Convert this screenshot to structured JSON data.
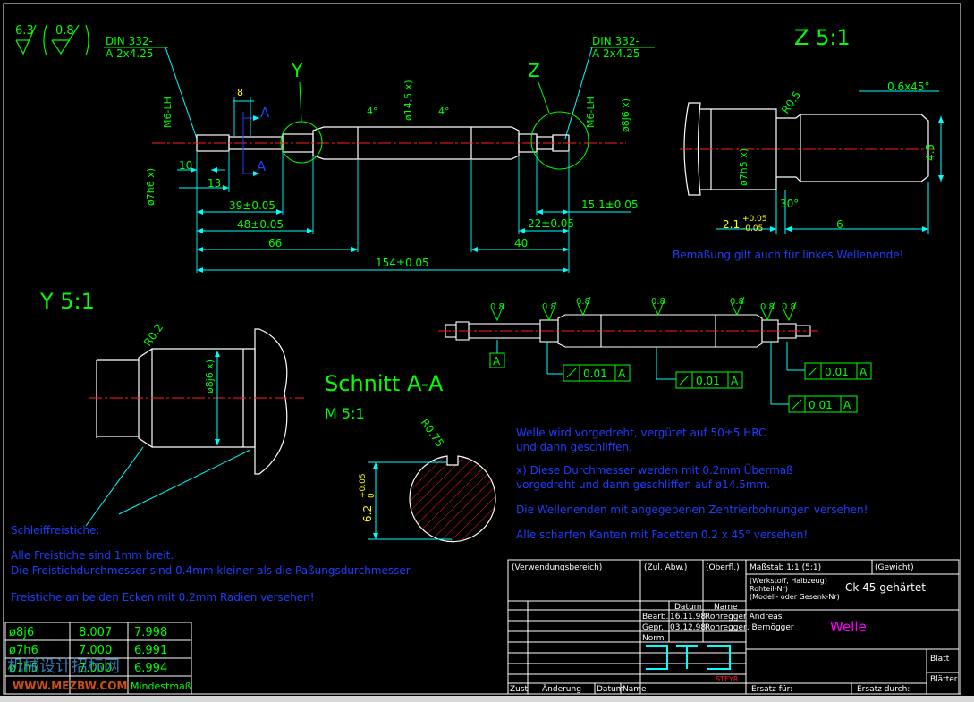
{
  "colors": {
    "background": "#000000",
    "geometry": "#ffffff",
    "dimension": "#00ffff",
    "annotation": "#00ff00",
    "note": "#1f3fff",
    "center": "#ff2020",
    "accent": "#ff00ff",
    "yellow": "#ffff00"
  },
  "surface": {
    "rz1": "6.3",
    "rz2": "0.8"
  },
  "din_left": {
    "l1": "DIN 332-",
    "l2": "A 2x4.25"
  },
  "din_right": {
    "l1": "DIN 332-",
    "l2": "A 2x4.25"
  },
  "main": {
    "detail_y": "Y",
    "detail_z": "Z",
    "section": "A",
    "d_m6_left": "M6-LH",
    "d_m6_right": "M6-LH",
    "d_7h6": "ø7h6 x)",
    "d_14_5": "ø14,5 x)",
    "d_8j6": "ø8j6 x)",
    "dim_8": "8",
    "dim_10": "10",
    "dim_13": "13",
    "dim_39": "39±0.05",
    "dim_48": "48±0.05",
    "dim_66": "66",
    "dim_154": "154±0.05",
    "dim_22": "22±0.05",
    "dim_15_1": "15.1±0.05",
    "dim_40": "40",
    "ang": "4°"
  },
  "detail_z": {
    "title": "Z 5:1",
    "r05": "R0.5",
    "chamfer": "0.6x45°",
    "d_7h5": "ø7h5 x)",
    "d_4_5": "4.5",
    "dim_2_1": "2.1",
    "tol": "+0.05",
    "tol2": "-0.05",
    "ang_30": "30°",
    "dim_6": "6"
  },
  "note_left_end": "Bemaßung gilt auch für linkes Wellenende!",
  "detail_y": {
    "title": "Y 5:1",
    "r02": "R0.2",
    "d_8j6": "ø8j6 x)"
  },
  "section": {
    "title": "Schnitt A-A",
    "scale": "M 5:1",
    "r075": "R0.75",
    "dim_6_2": "6.2",
    "tol": "+0.05",
    "tol2": "0"
  },
  "runout": {
    "ra": "0.8",
    "datum": "A",
    "tol1": "0.01",
    "tol2": "0.01",
    "tol3": "0.01",
    "tol4": "0.01"
  },
  "notes": [
    "Welle wird vorgedreht, vergütet auf 50±5 HRC",
    "und dann geschliffen.",
    "x) Diese Durchmesser werden mit 0.2mm Übermaß",
    "vorgedreht und dann geschliffen auf ø14.5mm.",
    "Die Wellenenden mit angegebenen Zentrierbohrungen versehen!",
    "Alle scharfen Kanten mit Facetten 0.2 x 45° versehen!"
  ],
  "relief": {
    "title": "Schleiffreistiche:",
    "l1": "Alle Freistiche sind 1mm breit.",
    "l2": "Die Freistichdurchmesser sind 0.4mm kleiner als die Paßungsdurchmesser.",
    "l3": "Freistiche an beiden Ecken mit 0.2mm Radien versehen!"
  },
  "fits": {
    "rows": [
      [
        "ø8j6",
        "8.007",
        "7.998"
      ],
      [
        "ø7h6",
        "7.000",
        "6.991"
      ],
      [
        "ø7h5",
        "7.000",
        "6.994"
      ]
    ],
    "footer": [
      "",
      "",
      "Mindestmaß"
    ]
  },
  "watermark": {
    "l1": "机械设计招标网",
    "l2": "WWW.MEZBW.COM"
  },
  "title_block": {
    "usage": "(Verwendungsbereich)",
    "tol": "(Zul. Abw.)",
    "surface": "(Oberfl.)",
    "scale": "Maßstab  1:1 (5:1)",
    "weight": "(Gewicht)",
    "material_l1": "(Werkstoff, Halbzeug)",
    "material_l2": "Rohteil-Nr)",
    "material_l3": "(Modell- oder Gesenk-Nr)",
    "material": "Ck 45 gehärtet",
    "col_datum": "Datum",
    "col_name": "Name",
    "r1_label": "Bearb.",
    "r1_date": "16.11.98",
    "r1_name": "Rohregger Andreas",
    "r2_label": "Gepr.",
    "r2_date": "03.12.98",
    "r2_name": "Rohregger, Bernögger",
    "r3_label": "Norm",
    "name": "Welle",
    "blatt": "Blatt",
    "blaetter": "Blätter",
    "zust": "Zust.",
    "aenderung": "Änderung",
    "datum": "Datum",
    "name_col": "Name",
    "ersatz_fuer": "Ersatz für:",
    "ersatz_durch": "Ersatz durch:",
    "logo": "STEYR"
  }
}
